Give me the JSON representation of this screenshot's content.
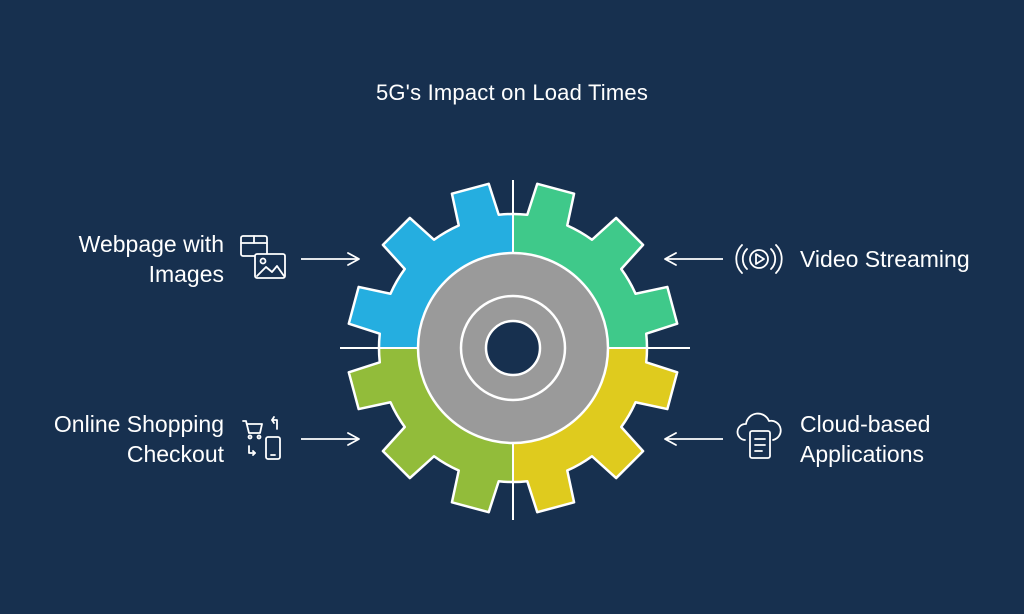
{
  "title": "5G's Impact on Load Times",
  "colors": {
    "background": "#17304f",
    "segment_top_left": "#25aee0",
    "segment_top_right": "#3fc98a",
    "segment_bottom_left": "#92bc3a",
    "segment_bottom_right": "#dfcb1e",
    "hub": "#9a9a9a"
  },
  "items": [
    {
      "line1": "Webpage with",
      "line2": "Images",
      "icon": "image-gallery-icon"
    },
    {
      "line1": "Video Streaming",
      "line2": "",
      "icon": "video-stream-icon"
    },
    {
      "line1": "Online Shopping",
      "line2": "Checkout",
      "icon": "shopping-cart-phone-icon"
    },
    {
      "line1": "Cloud-based",
      "line2": "Applications",
      "icon": "cloud-document-icon"
    }
  ]
}
